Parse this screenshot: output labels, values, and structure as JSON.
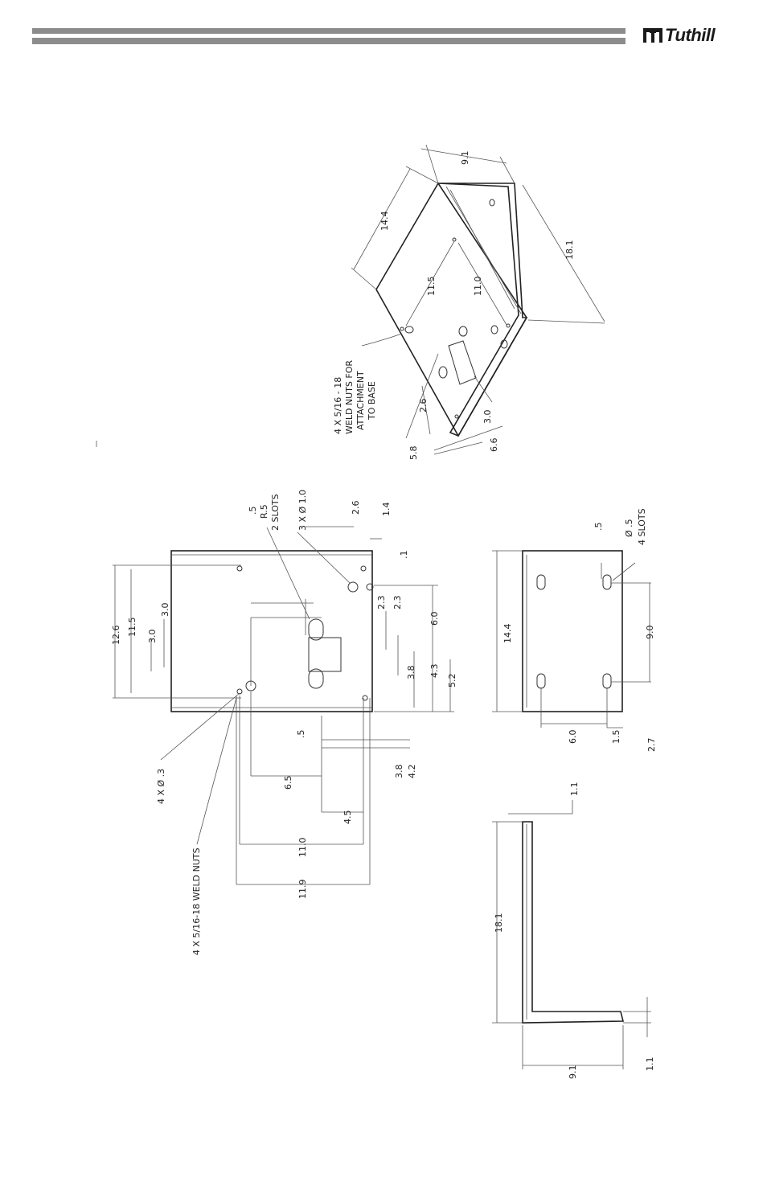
{
  "header": {
    "brand": "Tuthill",
    "bar_color": "#8c8c8c"
  },
  "isometric": {
    "dims": [
      "9.1",
      "14.4",
      "18.1",
      "11.5",
      "11.0",
      "2.6",
      "3.0",
      "5.8",
      "6.6"
    ],
    "note": [
      "4 X 5/16 - 18",
      "WELD NUTS FOR",
      "ATTACHMENT",
      "TO BASE"
    ]
  },
  "top_view": {
    "dims_left": [
      "12.6",
      "11.5",
      "3.0",
      "3.0"
    ],
    "dims_top": [
      ".5",
      "R.5",
      "2 SLOTS",
      "3 X Ø 1.0",
      "2.6",
      "1.4",
      ".1"
    ],
    "dims_right": [
      "2.3",
      "2.3",
      "6.0",
      "3.8",
      "4.3",
      "5.2"
    ],
    "dims_bottom": [
      ".5",
      "3.8",
      "4.2",
      "6.5",
      "4.5",
      "11.0",
      "11.9"
    ],
    "callout_holes": "4 X Ø .3",
    "callout_nuts": "4 X 5/16-18 WELD NUTS"
  },
  "side_view": {
    "dims": [
      "14.4",
      ".5",
      "Ø .5",
      "4 SLOTS",
      "9.0",
      "6.0",
      "1.5",
      "2.7"
    ]
  },
  "front_view": {
    "dims": [
      "1.1",
      "18.1",
      "9.1",
      "1.1"
    ]
  }
}
